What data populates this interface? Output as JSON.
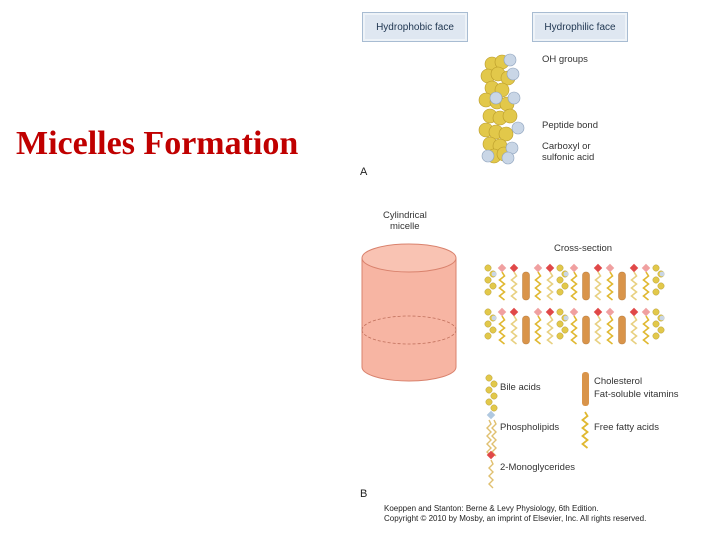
{
  "slide": {
    "title": "Micelles Formation"
  },
  "panel_a": {
    "hydrophobic_face": "Hydrophobic face",
    "hydrophilic_face": "Hydrophilic face",
    "oh_groups": "OH groups",
    "peptide_bond": "Peptide bond",
    "carboxyl_line1": "Carboxyl or",
    "carboxyl_line2": "sulfonic acid",
    "letter": "A"
  },
  "panel_b": {
    "cylindrical_line1": "Cylindrical",
    "cylindrical_line2": "micelle",
    "cross_section": "Cross-section",
    "letter": "B",
    "legend": {
      "bile_acids": "Bile acids",
      "cholesterol": "Cholesterol",
      "fat_soluble": "Fat-soluble vitamins",
      "phospholipids": "Phospholipids",
      "free_fatty_acids": "Free fatty acids",
      "monoglycerides": "2-Monoglycerides"
    }
  },
  "credit": {
    "line1": "Koeppen and Stanton: Berne & Levy Physiology, 6th Edition.",
    "line2": "Copyright © 2010 by Mosby, an imprint of Elsevier, Inc. All rights reserved."
  },
  "colors": {
    "title": "#c00000",
    "sphere_yellow": "#e2c84a",
    "sphere_blue": "#c9d6e6",
    "cylinder_fill": "#f7b5a3",
    "cylinder_stroke": "#d9826d",
    "cholesterol": "#d9944a",
    "fatty_acid": "#e0b830",
    "head_red": "#e04848"
  }
}
